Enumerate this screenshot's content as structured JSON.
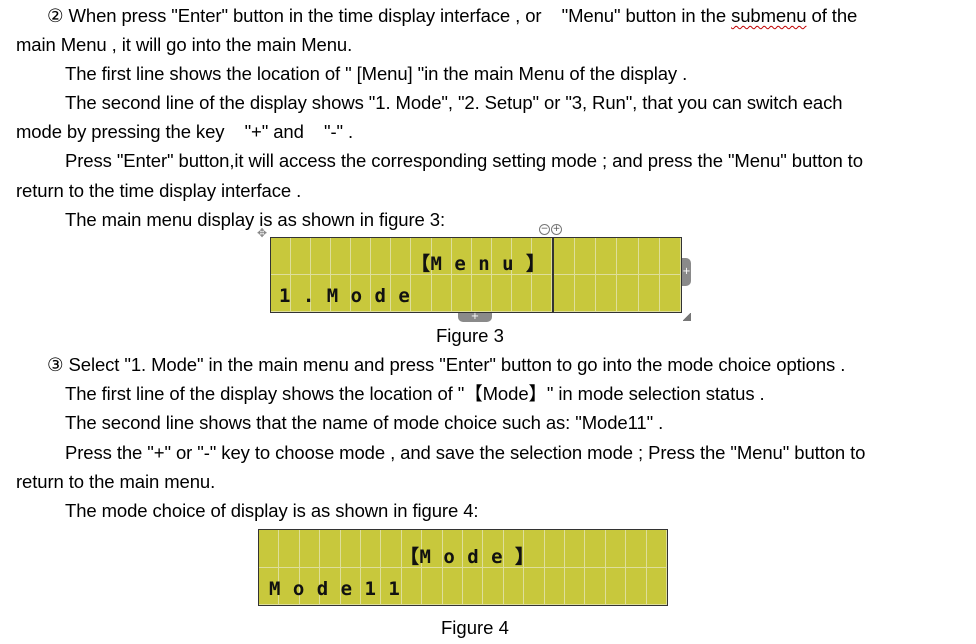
{
  "section2": {
    "line1a": "② When press \"Enter\" button in the time display interface , or    \"Menu\" button in the ",
    "line1b": "submenu",
    "line1c": " of the",
    "line2": "main Menu , it will go into the main Menu.",
    "line3": "The first line shows the location of \" [Menu] \"in the main Menu of the display .",
    "line4": "The second line of the display shows \"1. Mode\", \"2. Setup\" or \"3, Run\", that you can switch each",
    "line5": "mode by pressing the key    \"+\" and    \"-\" .",
    "line6": "Press \"Enter\" button,it will access the corresponding setting mode ; and press the \"Menu\" button to",
    "line7": "return to the time display interface .",
    "line8": "The main menu display is as shown in figure 3:"
  },
  "figure3": {
    "row1": "【M e n u 】",
    "row2": "1 . M o d e",
    "caption": "Figure 3"
  },
  "section3": {
    "line1": "③ Select \"1. Mode\" in the main menu and press \"Enter\" button to go into the mode choice options .",
    "line2": "The first line of the display shows the location of \"【Mode】\" in mode selection status .",
    "line3": "The second line shows that the name of mode choice such as: \"Mode11\" .",
    "line4": "Press the \"+\" or \"-\" key to choose mode , and save the selection mode ; Press the \"Menu\" button to",
    "line5": "return to the main menu.",
    "line6": "The mode choice of display is as shown in figure 4:"
  },
  "figure4": {
    "row1": "【M o d e 】",
    "row2": "M o d e 1 1",
    "caption": "Figure 4"
  },
  "colors": {
    "lcd_background": "#c8c83c",
    "lcd_border": "#333333",
    "spellcheck_underline": "#c00000"
  }
}
